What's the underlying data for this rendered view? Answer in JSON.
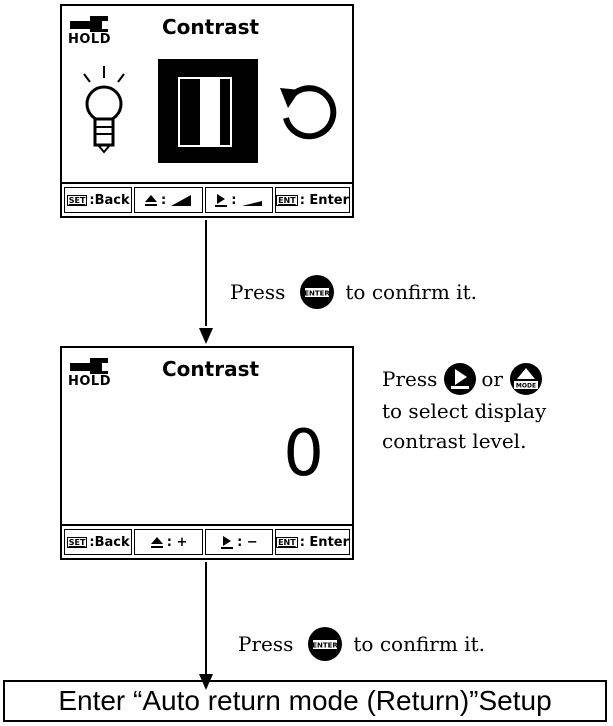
{
  "screen1": {
    "hold_label": "HOLD",
    "title": "Contrast",
    "icons": [
      "wrench-icon",
      "light-bulb-icon",
      "contrast-icon",
      "refresh-icon"
    ],
    "softkeys": [
      {
        "tag": "SET",
        "label": ":Back"
      },
      {
        "tag": "",
        "label": ":",
        "icon": "increase-wedge-icon"
      },
      {
        "tag": "",
        "label": ":",
        "icon": "decrease-wedge-icon"
      },
      {
        "tag": "ENT",
        "label": ": Enter"
      }
    ]
  },
  "screen2": {
    "hold_label": "HOLD",
    "title": "Contrast",
    "value": "0",
    "softkeys": [
      {
        "tag": "SET",
        "label": ":Back"
      },
      {
        "tag": "",
        "label": ": +"
      },
      {
        "tag": "",
        "label": ": −"
      },
      {
        "tag": "ENT",
        "label": ": Enter"
      }
    ]
  },
  "instruction1": {
    "press": "Press",
    "button_text": "ENTER",
    "suffix": "to confirm it."
  },
  "instruction2": {
    "press": "Press",
    "button_text": "ENTER",
    "suffix": "to confirm it."
  },
  "side_note": {
    "press": "Press",
    "or": "or",
    "mode_text": "MODE",
    "line2": "to select display",
    "line3": "contrast level."
  },
  "final_step": "Enter “Auto return mode (Return)”Setup"
}
